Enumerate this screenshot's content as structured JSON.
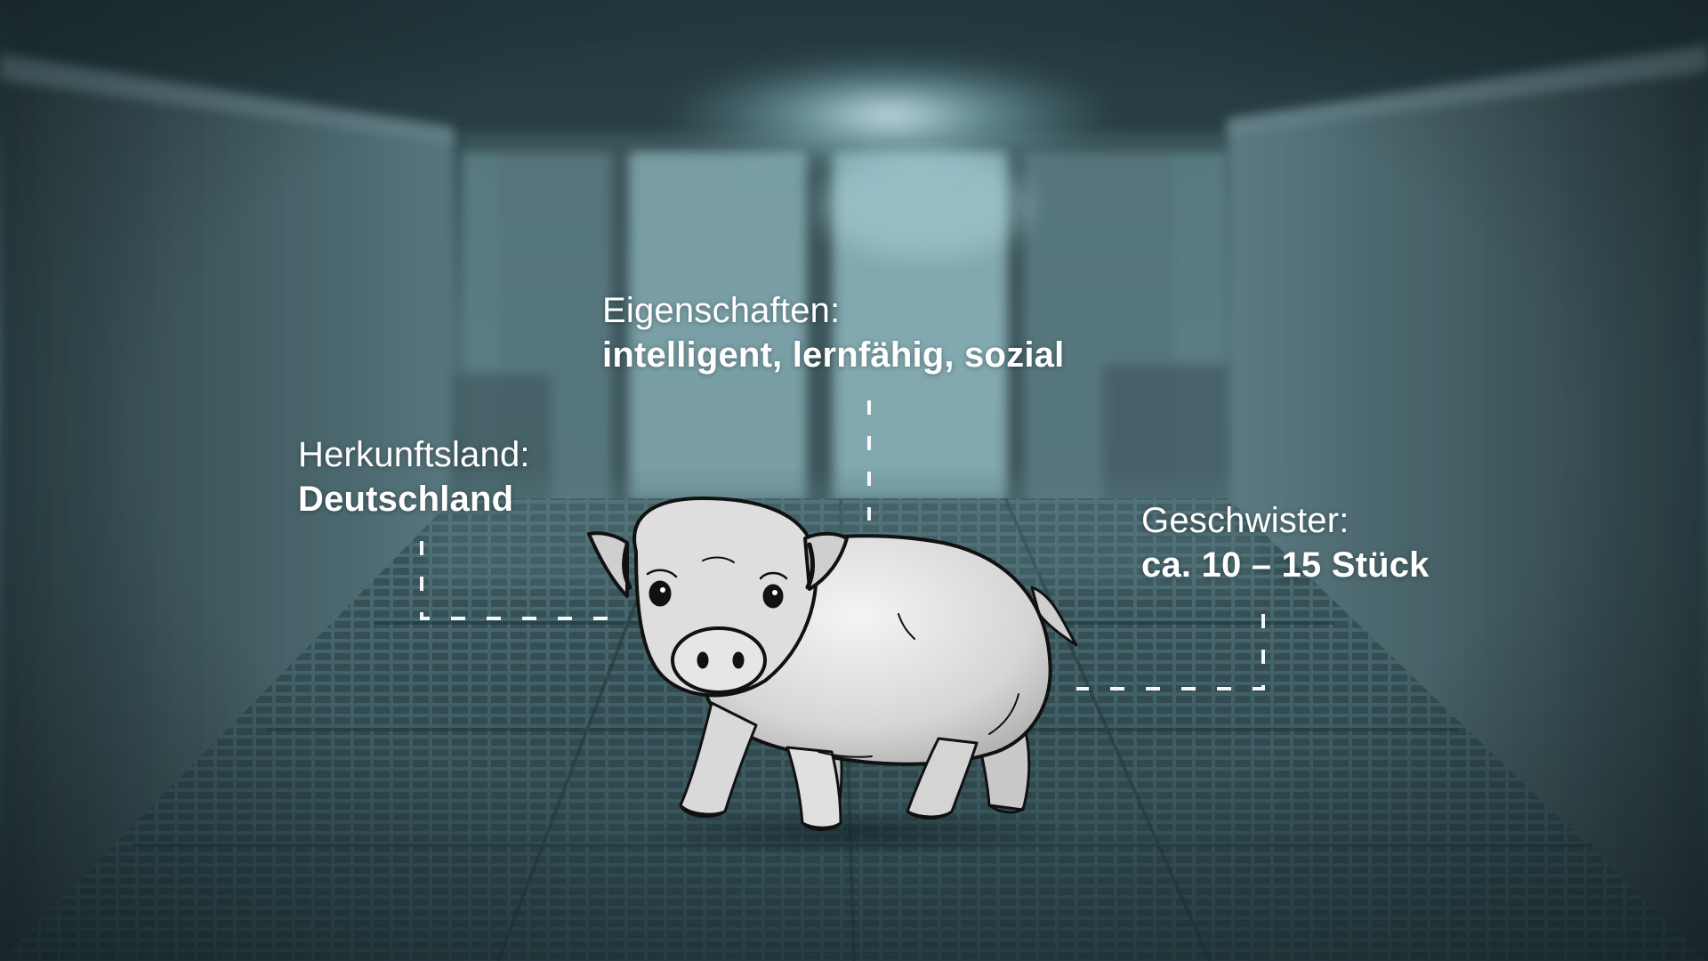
{
  "labels": {
    "origin": {
      "caption": "Herkunftsland:",
      "value": "Deutschland"
    },
    "traits": {
      "caption": "Eigenschaften:",
      "value": "intelligent, lernfähig, sozial"
    },
    "siblings": {
      "caption": "Geschwister:",
      "value": "ca. 10 – 15 Stück"
    }
  },
  "colors": {
    "text": "#ffffff",
    "connector": "#ffffff",
    "background_teal": "#4f6e75",
    "light_glow": "#cfeef2"
  }
}
